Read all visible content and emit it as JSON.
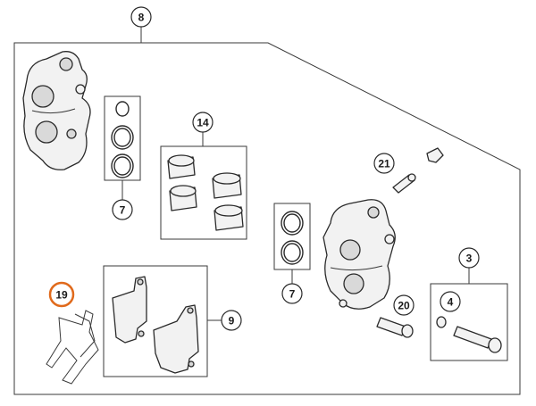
{
  "diagram": {
    "highlight_color": "#e06a1c",
    "line_color": "#3a3a3a",
    "callouts": {
      "c8": "8",
      "c14": "14",
      "c7a": "7",
      "c21": "21",
      "c7b": "7",
      "c3": "3",
      "c19": "19",
      "c9": "9",
      "c20": "20",
      "c4": "4"
    },
    "highlighted_callout": "19"
  }
}
